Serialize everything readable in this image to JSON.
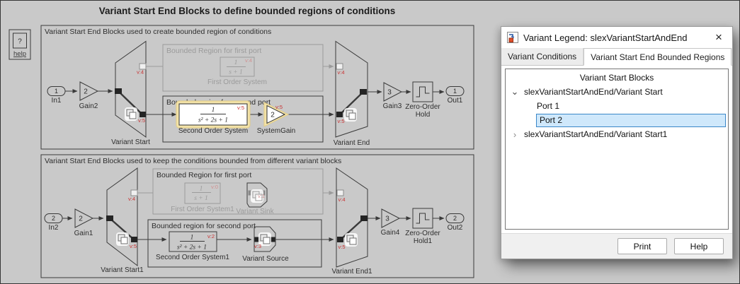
{
  "canvas": {
    "title": "Variant Start End Blocks to define bounded regions of conditions",
    "help": {
      "icon": "?",
      "label": "help"
    }
  },
  "region1": {
    "label": "Variant Start End Blocks used to create bounded region of conditions",
    "in1": {
      "value": "1",
      "label": "In1"
    },
    "gain2": {
      "value": "2",
      "label": "Gain2"
    },
    "variant_start": {
      "label": "Variant Start",
      "port1_badge": "v:4",
      "port2_badge": "v:5"
    },
    "bounded_first": {
      "title": "Bounded Region for first port",
      "block": {
        "num": "1",
        "den": "s + 1",
        "badge": "v:4",
        "label": "First Order System"
      }
    },
    "bounded_second": {
      "title": "Bounded region for second port",
      "block": {
        "num": "1",
        "den": "s² + 2s + 1",
        "badge": "v:5",
        "label": "Second Order System"
      },
      "gain": {
        "value": "2",
        "badge": "v:5",
        "label": "SystemGain"
      }
    },
    "variant_end": {
      "label": "Variant End",
      "port1_badge": "v:4",
      "port2_badge": "v:5"
    },
    "gain3": {
      "value": "3",
      "label": "Gain3"
    },
    "zoh": {
      "label_line1": "Zero-Order",
      "label_line2": "Hold"
    },
    "out1": {
      "value": "1",
      "label": "Out1"
    }
  },
  "region2": {
    "label": "Variant Start End Blocks used to keep the conditions bounded from different variant blocks",
    "in2": {
      "value": "2",
      "label": "In2"
    },
    "gain1": {
      "value": "2",
      "label": "Gain1"
    },
    "variant_start1": {
      "label": "Variant Start1",
      "port1_badge": "v:4",
      "port2_badge": "v:5"
    },
    "bounded_first": {
      "title": "Bounded Region for first port",
      "block": {
        "num": "1",
        "den": "s + 1",
        "badge": "v:0",
        "label": "First Order System1"
      },
      "sink": {
        "badge": "v:1",
        "label": "Variant Sink"
      }
    },
    "bounded_second": {
      "title": "Bounded region for second port",
      "block": {
        "num": "1",
        "den": "s² + 2s + 1",
        "badge": "v:2",
        "label": "Second Order System1"
      },
      "source": {
        "badge": "v:3",
        "label": "Variant Source"
      }
    },
    "variant_end1": {
      "label": "Variant End1",
      "port1_badge": "v:4",
      "port2_badge": "v:5"
    },
    "gain4": {
      "value": "3",
      "label": "Gain4"
    },
    "zoh1": {
      "label_line1": "Zero-Order",
      "label_line2": "Hold1"
    },
    "out2": {
      "value": "2",
      "label": "Out2"
    }
  },
  "dialog": {
    "title": "Variant Legend: slexVariantStartAndEnd",
    "close_glyph": "×",
    "tabs": [
      {
        "label": "Variant Conditions"
      },
      {
        "label": "Variant Start End Bounded Regions"
      }
    ],
    "tree": {
      "header": "Variant Start Blocks",
      "item1": {
        "chevron": "⌄",
        "label": "slexVariantStartAndEnd/Variant Start"
      },
      "port1": {
        "label": "Port 1"
      },
      "port2": {
        "label": "Port 2"
      },
      "item2": {
        "chevron": "›",
        "label": "slexVariantStartAndEnd/Variant Start1"
      }
    },
    "buttons": {
      "print": "Print",
      "help": "Help"
    }
  },
  "colors": {
    "canvas_bg": "#c9c9c9",
    "badge_red": "#c93232",
    "badge_red_dim": "#d09090",
    "highlight_glow": "#f3e3a9",
    "selection_bg": "#cfe8fb",
    "selection_border": "#3a87c8"
  }
}
